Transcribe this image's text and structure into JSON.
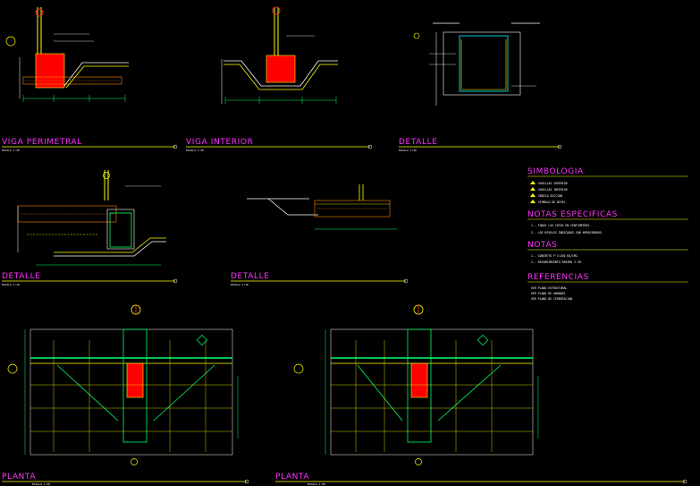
{
  "panels": {
    "viga_perimetral": {
      "title": "VIGA PERIMETRAL",
      "scale": "ESCALA 1:20"
    },
    "viga_interior": {
      "title": "VIGA INTERIOR",
      "scale": "ESCALA 1:20"
    },
    "detalle_1": {
      "title": "DETALLE",
      "scale": "ESCALA 1:20"
    },
    "detalle_2": {
      "title": "DETALLE",
      "scale": "ESCALA 1:10"
    },
    "detalle_3": {
      "title": "DETALLE",
      "scale": "ESCALA 1:10"
    },
    "planta_1": {
      "title": "PLANTA",
      "scale": "ESCALA 1:50"
    },
    "planta_2": {
      "title": "PLANTA",
      "scale": "ESCALA 1:50"
    }
  },
  "legend": {
    "simbologia": {
      "title": "SIMBOLOGIA",
      "items": [
        "VARILLAS SUPERIOR",
        "VARILLAS INFERIOR",
        "INDICA SECCION",
        "SIMBOLO DE NIVEL"
      ]
    },
    "notas_especificas": {
      "title": "NOTAS ESPECIFICAS",
      "items": [
        "1.- TODAS LAS COTAS EN CENTIMETROS.",
        "2.- LOS NIVELES INDICADOS SON APROXIMADOS."
      ]
    },
    "notas": {
      "title": "NOTAS",
      "items": [
        "1.- CONCRETO F'C=250 KG/CM2.",
        "2.- RECUBRIMIENTO MINIMO 3 CM."
      ]
    },
    "referencias": {
      "title": "REFERENCIAS",
      "items": [
        "VER PLANO ESTRUCTURAL",
        "VER PLANO DE ARMADOS",
        "VER PLANO DE CIMENTACION"
      ]
    }
  },
  "colors": {
    "background": "#000000",
    "title": "#ff33ff",
    "rebar": "#ffff00",
    "dimension": "#00ff66",
    "concrete": "#ff0000",
    "stirrup": "#00ffff",
    "outline": "#ffffff"
  }
}
